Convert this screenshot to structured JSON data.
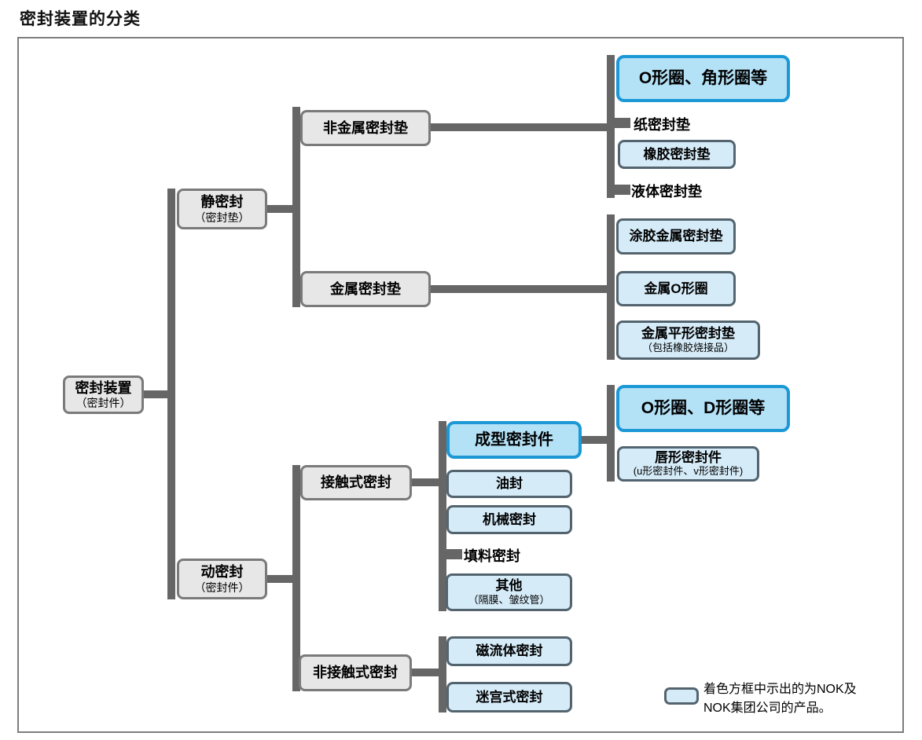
{
  "title": "密封装置的分类",
  "colors": {
    "connector": "#666666",
    "gray_fill": "#e7e7e7",
    "gray_border": "#7a7a7a",
    "blue_fill": "#d5ebf8",
    "blue_border": "#53646f",
    "highlight_fill": "#b3e1f6",
    "highlight_border": "#1b98d5"
  },
  "nodes": {
    "root": {
      "label": "密封装置",
      "sub": "（密封件）"
    },
    "static_seal": {
      "label": "静密封",
      "sub": "（密封垫）"
    },
    "dynamic_seal": {
      "label": "动密封",
      "sub": "（密封件）"
    },
    "nonmetal_gasket": {
      "label": "非金属密封垫"
    },
    "metal_gasket": {
      "label": "金属密封垫"
    },
    "contact_seal": {
      "label": "接触式密封"
    },
    "noncontact_seal": {
      "label": "非接触式密封"
    },
    "o_ring_corner_ring": {
      "label": "O形圈、角形圈等"
    },
    "paper_gasket": {
      "label": "纸密封垫"
    },
    "rubber_gasket": {
      "label": "橡胶密封垫"
    },
    "liquid_gasket": {
      "label": "液体密封垫"
    },
    "coated_metal_gasket": {
      "label": "涂胶金属密封垫"
    },
    "metal_o_ring": {
      "label": "金属O形圈"
    },
    "metal_flat_gasket": {
      "label": "金属平形密封垫",
      "sub": "（包括橡胶烧接品）"
    },
    "molded_seal": {
      "label": "成型密封件"
    },
    "oil_seal": {
      "label": "油封"
    },
    "mechanical_seal": {
      "label": "机械密封"
    },
    "packing_seal": {
      "label": "填料密封"
    },
    "others": {
      "label": "其他",
      "sub": "（隔膜、皱纹管）"
    },
    "o_ring_d_ring": {
      "label": "O形圈、D形圈等"
    },
    "lip_seal": {
      "label": "唇形密封件",
      "sub": "(u形密封件、v形密封件)"
    },
    "magnetic_fluid_seal": {
      "label": "磁流体密封"
    },
    "labyrinth_seal": {
      "label": "迷宫式密封"
    }
  },
  "legend": {
    "line1": "着色方框中示出的为NOK及",
    "line2": "NOK集团公司的产品。"
  }
}
